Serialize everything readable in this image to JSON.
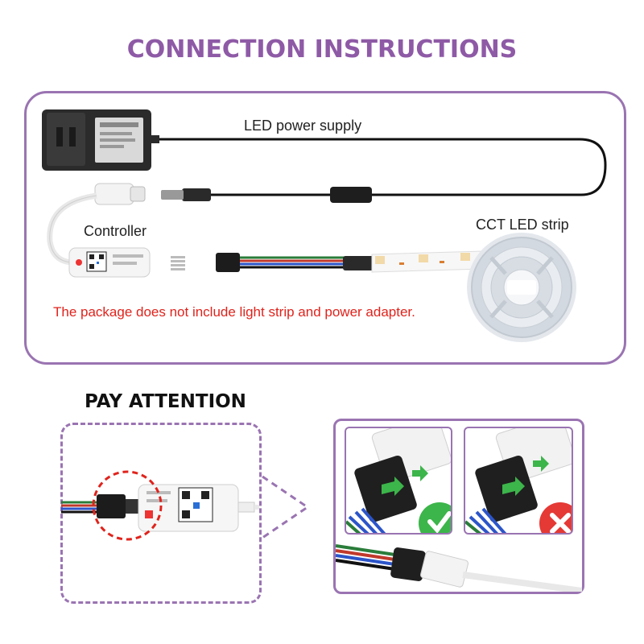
{
  "header": {
    "title": "CONNECTION INSTRUCTIONS"
  },
  "diagram": {
    "power_supply_label": "LED power supply",
    "controller_label": "Controller",
    "strip_label": "CCT LED strip",
    "note": "The package does not include light strip and power adapter."
  },
  "attention": {
    "title": "PAY ATTENTION"
  },
  "colors": {
    "accent": "#9a74b2",
    "title": "#8e5aa6",
    "note": "#e0231c",
    "ok": "#3cb54a",
    "bad": "#e53935"
  },
  "icons": [
    "power-adapter-icon",
    "controller-icon",
    "led-strip-reel-icon",
    "checkmark-icon",
    "cross-icon",
    "arrow-icon"
  ]
}
